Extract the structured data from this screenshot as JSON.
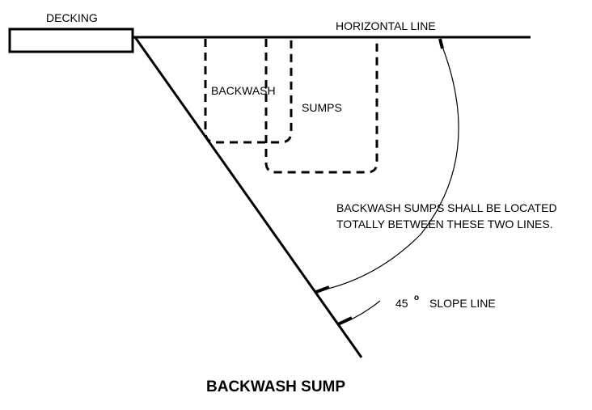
{
  "labels": {
    "decking": "DECKING",
    "horizontal_line": "HORIZONTAL LINE",
    "backwash": "BACKWASH",
    "sumps": "SUMPS",
    "note_line1": "BACKWASH SUMPS SHALL BE LOCATED",
    "note_line2": "TOTALLY BETWEEN THESE TWO LINES.",
    "slope_number": "45",
    "degree_mark": "o",
    "slope_text": "SLOPE LINE",
    "title": "BACKWASH SUMP"
  },
  "colors": {
    "ink": "#000000",
    "background": "#ffffff"
  }
}
